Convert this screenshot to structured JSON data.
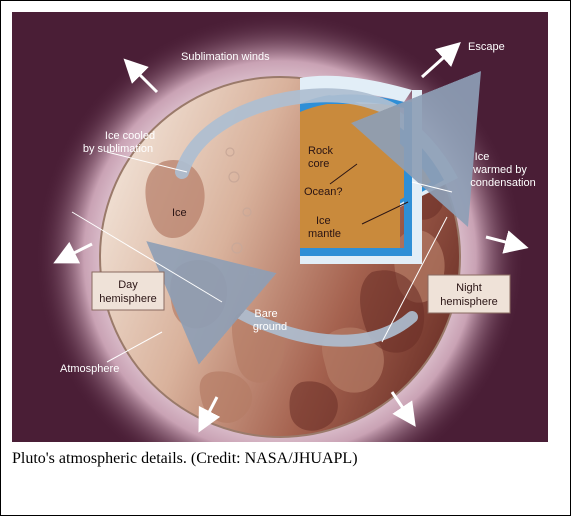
{
  "figure": {
    "labels": {
      "sublimation_winds": "Sublimation winds",
      "escape": "Escape",
      "ice_cooled_line1": "Ice cooled",
      "ice_cooled_line2": "by sublimation",
      "ice": "Ice",
      "rock_core_line1": "Rock",
      "rock_core_line2": "core",
      "ocean": "Ocean?",
      "ice_mantle_line1": "Ice",
      "ice_mantle_line2": "mantle",
      "ice_warmed_line1": "Ice",
      "ice_warmed_line2": "warmed by",
      "ice_warmed_line3": "condensation",
      "day_hemisphere_line1": "Day",
      "day_hemisphere_line2": "hemisphere",
      "night_hemisphere_line1": "Night",
      "night_hemisphere_line2": "hemisphere",
      "bare_ground_line1": "Bare",
      "bare_ground_line2": "ground",
      "atmosphere": "Atmosphere"
    },
    "colors": {
      "background": "#4a1e36",
      "glow": "#f3e6ec",
      "planet_light": "#ecd9cc",
      "planet_dark": "#7a3e34",
      "core": "#c98a3c",
      "ocean": "#2f8fd6",
      "mantle": "#ddeaf4"
    }
  },
  "caption": "Pluto's atmospheric details. (Credit: NASA/JHUAPL)"
}
